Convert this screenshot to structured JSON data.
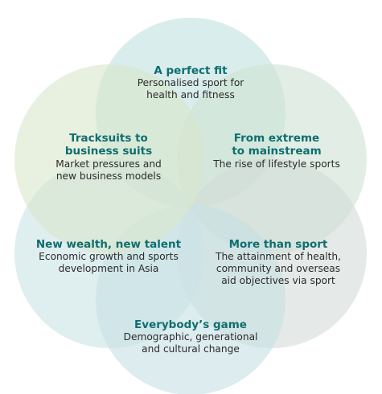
{
  "megatrends": [
    {
      "title": "A perfect fit",
      "title_lines": [
        "A perfect fit"
      ],
      "desc_lines": [
        "Personalised sport for",
        "health and fitness"
      ],
      "color": "#bfe1e0"
    },
    {
      "title": "From extreme to mainstream",
      "title_lines": [
        "From extreme",
        "to mainstream"
      ],
      "desc_lines": [
        "The rise of lifestyle sports"
      ],
      "color": "#cfe3d4"
    },
    {
      "title": "More than sport",
      "title_lines": [
        "More than sport"
      ],
      "desc_lines": [
        "The attainment of health,",
        "community and overseas",
        "aid objectives via sport"
      ],
      "color": "#d4dcd8"
    },
    {
      "title": "Everybody’s game",
      "title_lines": [
        "Everybody’s game"
      ],
      "desc_lines": [
        "Demographic, generational",
        "and cultural change"
      ],
      "color": "#c6e0e3"
    },
    {
      "title": "New wealth, new talent",
      "title_lines": [
        "New wealth, new talent"
      ],
      "desc_lines": [
        "Economic growth and sports",
        "development in Asia"
      ],
      "color": "#c9e2e4"
    },
    {
      "title": "Tracksuits to business suits",
      "title_lines": [
        "Tracksuits to",
        "business suits"
      ],
      "desc_lines": [
        "Market pressures and",
        "new business models"
      ],
      "color": "#d9e6cc"
    }
  ],
  "colors": {
    "title_text": "#0f6e6f",
    "body_text": "#2b2b2b"
  }
}
